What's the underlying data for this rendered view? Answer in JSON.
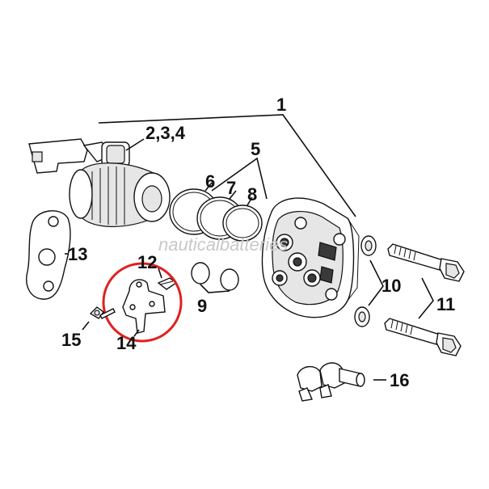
{
  "diagram": {
    "callouts": {
      "c1": "1",
      "c234": "2,3,4",
      "c5": "5",
      "c6": "6",
      "c7": "7",
      "c8": "8",
      "c9": "9",
      "c10": "10",
      "c11": "11",
      "c12": "12",
      "c13": "13",
      "c14": "14",
      "c15": "15",
      "c16": "16"
    },
    "watermark": "nauticalbatteries",
    "highlight_color": "#e02020"
  }
}
